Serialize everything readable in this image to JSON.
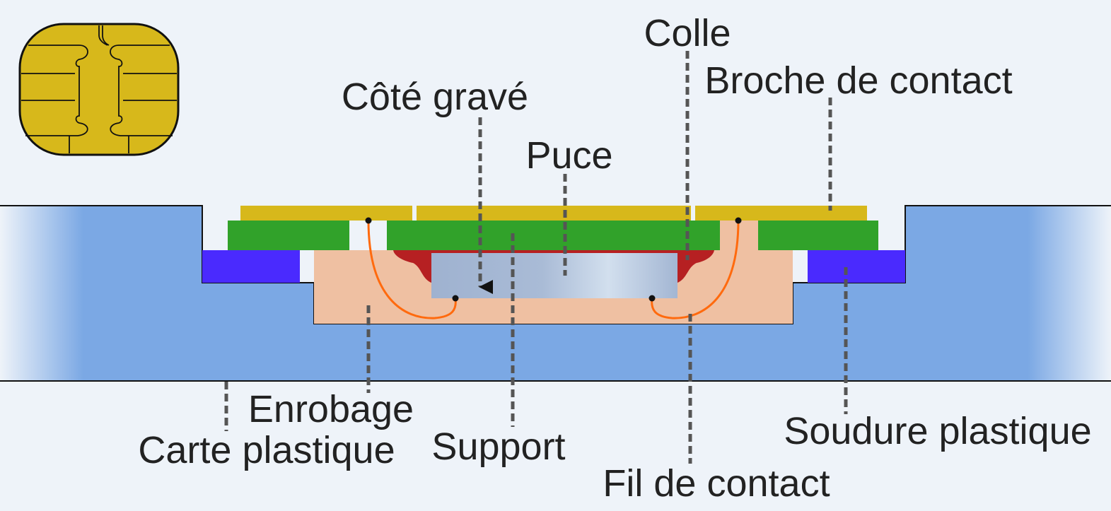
{
  "labels": {
    "colle": "Colle",
    "broche_de_contact": "Broche de contact",
    "cote_grave": "Côté gravé",
    "puce": "Puce",
    "enrobage": "Enrobage",
    "carte_plastique": "Carte plastique",
    "support": "Support",
    "fil_de_contact": "Fil de contact",
    "soudure_plastique": "Soudure plastique"
  },
  "colors": {
    "background": "#eef3f9",
    "card_plastic": "#7ba8e4",
    "contact_gold": "#d7b81b",
    "support_green": "#31a22a",
    "plastic_weld_blue": "#4a2afe",
    "encapsulation_peach": "#efc0a2",
    "adhesive_red": "#b62022",
    "chip_die": "#a4b7d4",
    "bond_wire_orange": "#ff6a0e",
    "leader_gray": "#555555",
    "text": "#222222"
  }
}
